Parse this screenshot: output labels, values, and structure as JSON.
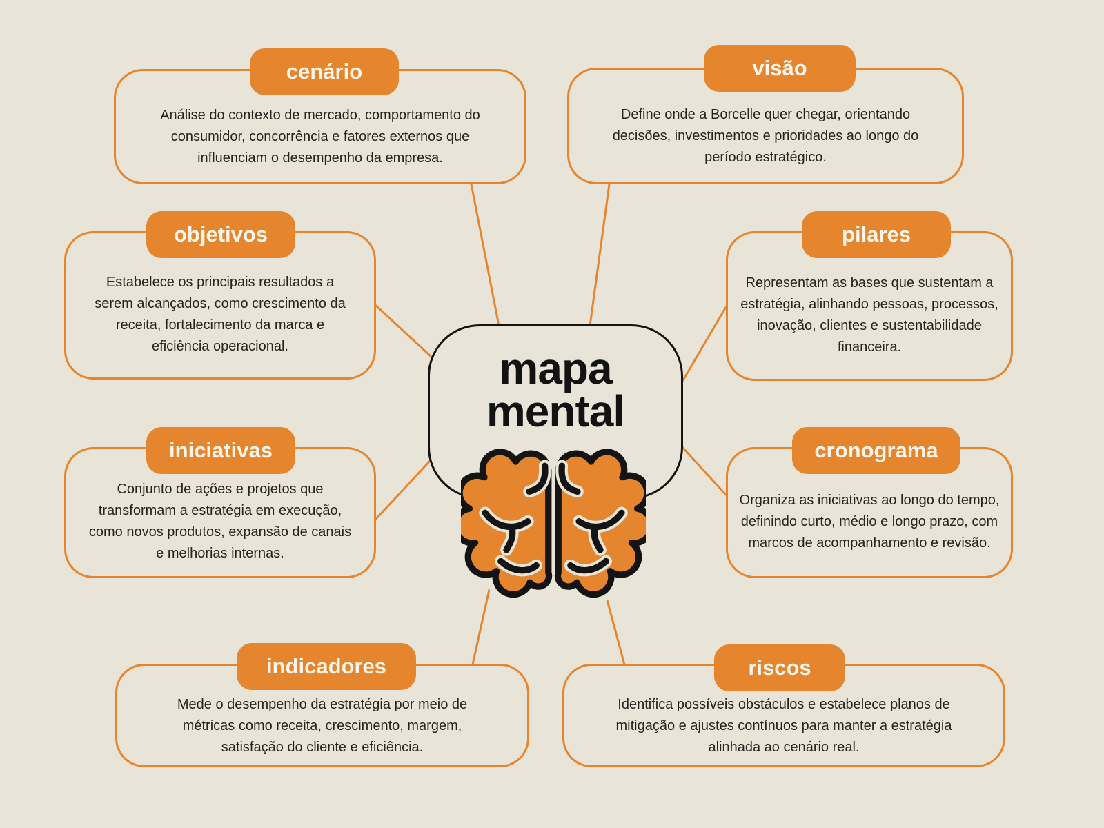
{
  "page": {
    "background_color": "#e9e4d8",
    "accent_color": "#e5862f",
    "text_color": "#26241f",
    "outline_color": "#141414",
    "pill_text_color": "#faf6ec"
  },
  "center": {
    "title_lines": [
      "mapa",
      "mental"
    ],
    "icon": "brain-icon"
  },
  "nodes": [
    {
      "id": "cenario",
      "label": "cenário",
      "description_lines": [
        "Análise do contexto de mercado, comportamento do",
        "consumidor, concorrência e fatores externos que",
        "influenciam o desempenho da empresa."
      ]
    },
    {
      "id": "visao",
      "label": "visão",
      "description_lines": [
        "Define onde a Borcelle quer chegar, orientando",
        "decisões, investimentos e prioridades ao longo do",
        "período estratégico."
      ]
    },
    {
      "id": "objetivos",
      "label": "objetivos",
      "description_lines": [
        "Estabelece os principais resultados a",
        "serem alcançados, como crescimento da",
        "receita, fortalecimento da marca e",
        "eficiência operacional."
      ]
    },
    {
      "id": "pilares",
      "label": "pilares",
      "description_lines": [
        "Representam as bases que sustentam a",
        "estratégia, alinhando pessoas, processos,",
        "inovação, clientes e sustentabilidade",
        "financeira."
      ]
    },
    {
      "id": "iniciativas",
      "label": "iniciativas",
      "description_lines": [
        "Conjunto de ações e projetos que",
        "transformam a estratégia em execução,",
        "como novos produtos, expansão de canais",
        "e melhorias internas."
      ]
    },
    {
      "id": "cronograma",
      "label": "cronograma",
      "description_lines": [
        "Organiza as iniciativas ao longo do tempo,",
        "definindo curto, médio e longo prazo, com",
        "marcos de acompanhamento e revisão."
      ]
    },
    {
      "id": "indicadores",
      "label": "indicadores",
      "description_lines": [
        "Mede o desempenho da estratégia por meio de",
        "métricas como receita, crescimento, margem,",
        "satisfação do cliente e eficiência."
      ]
    },
    {
      "id": "riscos",
      "label": "riscos",
      "description_lines": [
        "Identifica possíveis obstáculos e estabelece planos de",
        "mitigação e ajustes contínuos para manter a estratégia",
        "alinhada ao cenário real."
      ]
    }
  ]
}
